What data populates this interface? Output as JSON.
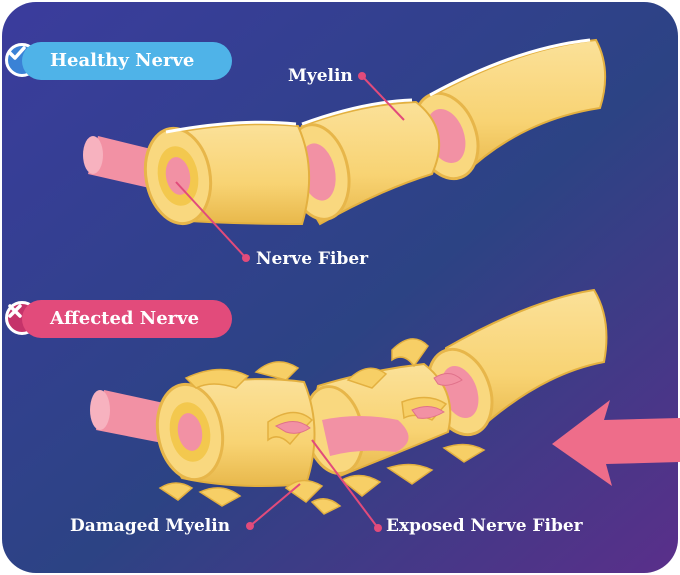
{
  "healthy": {
    "badge_icon": "checkmark-icon",
    "title": "Healthy Nerve",
    "myelin_label": "Myelin",
    "fiber_label": "Nerve Fiber"
  },
  "affected": {
    "badge_icon": "cross-icon",
    "title": "Affected Nerve",
    "damaged_label": "Damaged Myelin",
    "exposed_label": "Exposed Nerve Fiber"
  },
  "colors": {
    "background_top": "#3e3fa0",
    "background_bottom": "#1f4c7e",
    "myelin": "#f9d77a",
    "myelin_shadow": "#e9b94c",
    "nerve_fiber": "#f291a4",
    "healthy_accent": "#4fb3e8",
    "affected_accent": "#e24b7b"
  }
}
